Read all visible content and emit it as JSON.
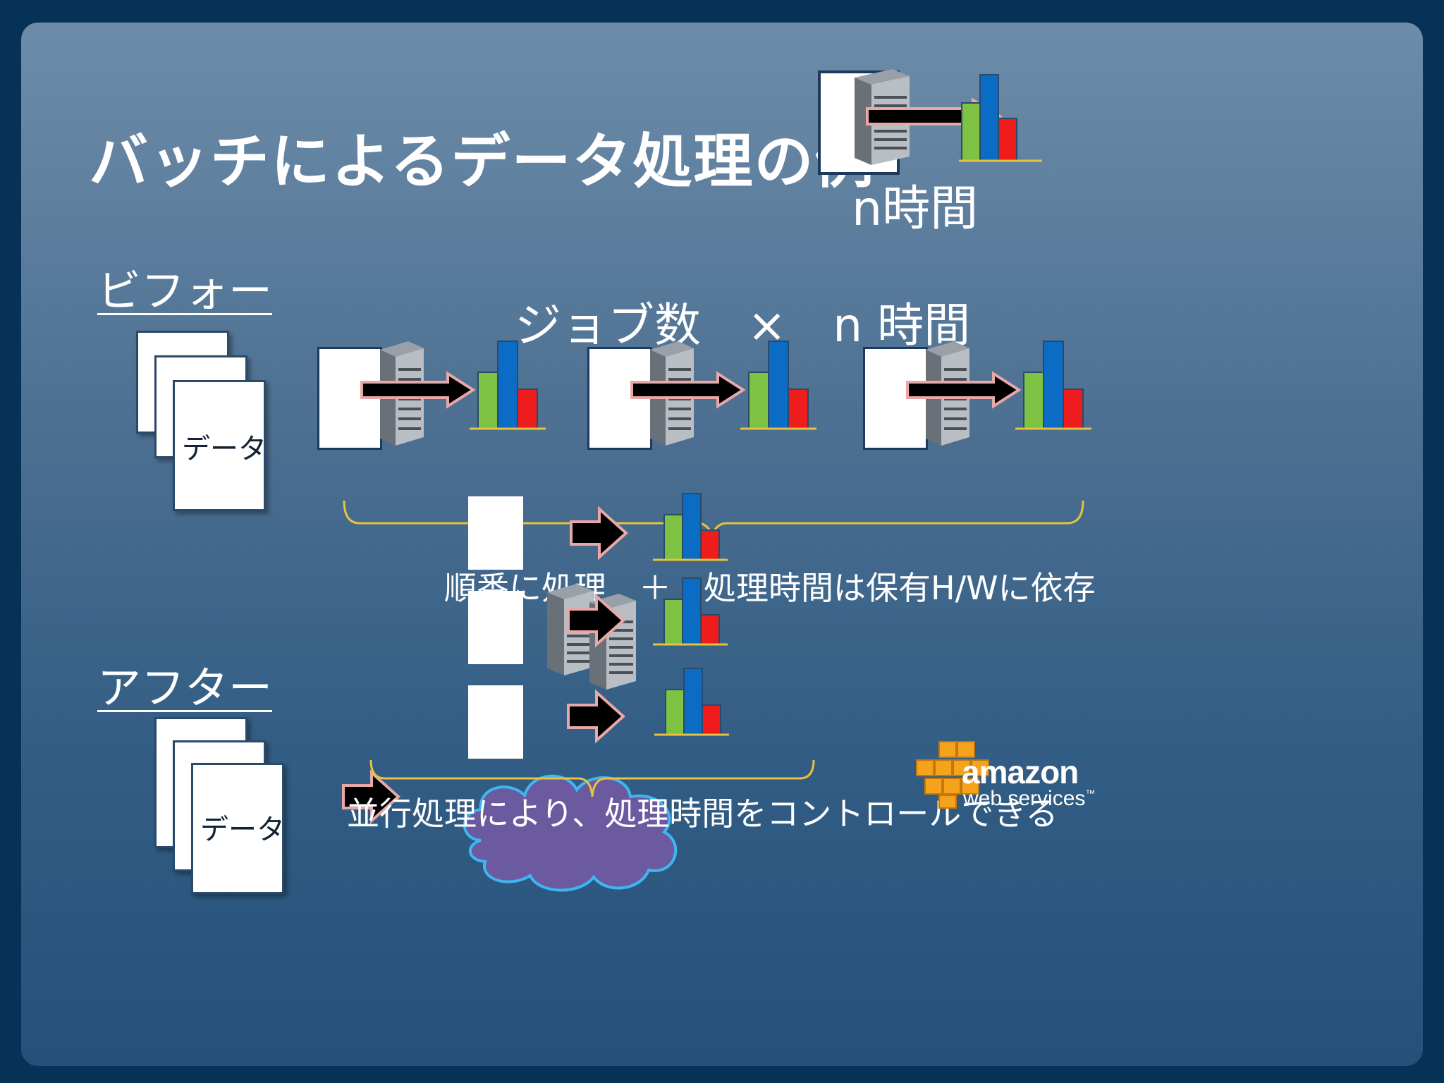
{
  "title": "バッチによるデータ処理の例",
  "legend": {
    "duration": "n時間"
  },
  "before": {
    "heading": "ビフォー",
    "data_label": "データ",
    "formula": "ジョブ数　×　n 時間",
    "note": "順番に処理　＋　処理時間は保有H/Wに依存"
  },
  "after": {
    "heading": "アフター",
    "data_label": "データ",
    "note": "並行処理により、処理時間をコントロールできる"
  },
  "logo": {
    "line1": "amazon",
    "line2": "web services",
    "tm": "™"
  },
  "colors": {
    "bg": "#063258",
    "bar_green": "#7dc242",
    "bar_blue": "#0a6cc4",
    "bar_red": "#ee1c1c",
    "baseline": "#e8c23a",
    "arrow_fill": "#000000",
    "arrow_stroke": "#e8a8a8",
    "cloud_fill": "#6b5aa0",
    "cloud_stroke": "#3fb6f0",
    "brace": "#e8c23a",
    "logo_orange": "#f7a21b"
  },
  "icons": [
    "server-icon",
    "arrow-right-icon",
    "bar-chart-icon",
    "cloud-icon",
    "aws-cubes-icon"
  ]
}
